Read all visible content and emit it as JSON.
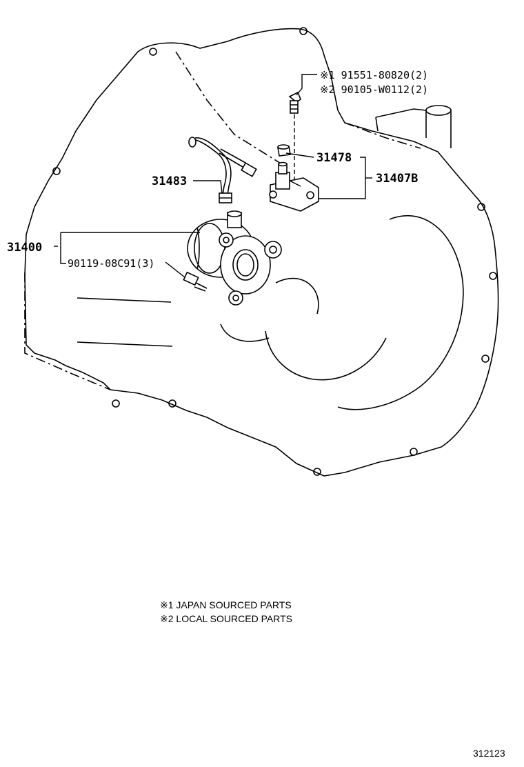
{
  "callouts": {
    "c31483": "31483",
    "c31400": "31400",
    "c90119": "90119-08C91(3)",
    "c31478": "31478",
    "c31407B": "31407B",
    "bolt_line1": "※1 91551-80820(2)",
    "bolt_line2": "※2 90105-W0112(2)"
  },
  "legend": {
    "line1": "※1 JAPAN SOURCED PARTS",
    "line2": "※2 LOCAL SOURCED PARTS"
  },
  "diagram_code": "312123"
}
